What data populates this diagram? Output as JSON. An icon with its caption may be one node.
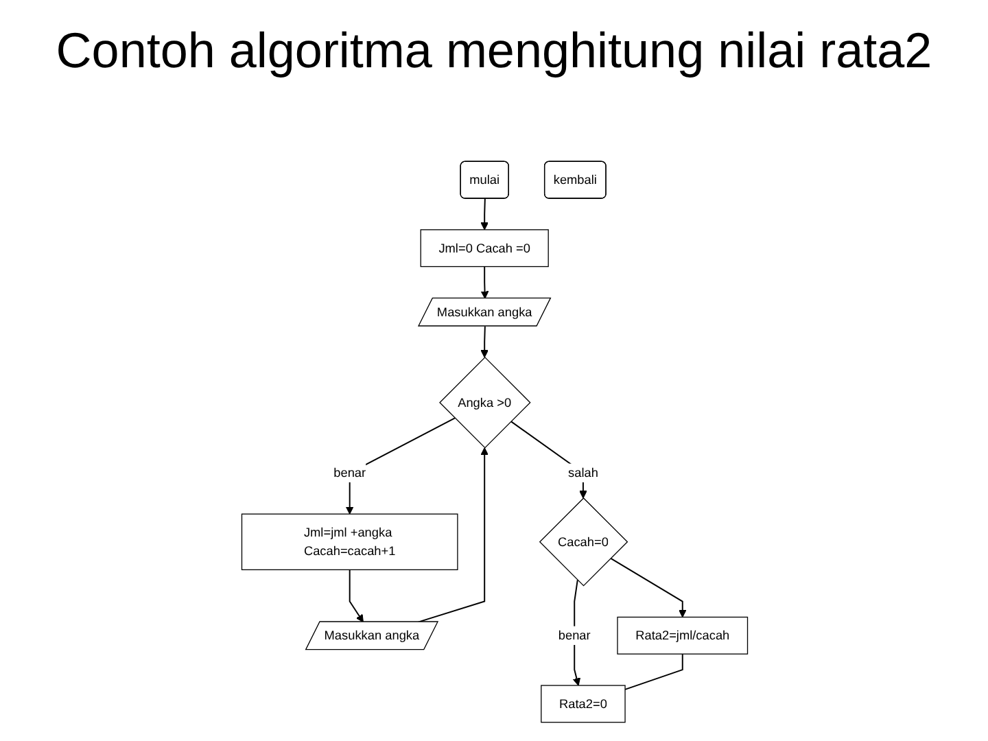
{
  "diagram": {
    "title": "Contoh algoritma menghitung nilai rata2",
    "nodes": [
      {
        "text": [
          "mulai"
        ]
      },
      {
        "text": [
          "Jml=0 Cacah =0"
        ]
      },
      {
        "text": [
          "Masukkan angka"
        ]
      },
      {
        "text": [
          "Masukkan angka"
        ]
      },
      {
        "text": [
          "Angka >0"
        ]
      },
      {
        "text": [
          "Jml=jml +angka Cacah=cacah+1"
        ]
      },
      {
        "text": [
          "Cacah=0"
        ]
      },
      {
        "text": [
          "Rata2=jml/cacah"
        ]
      },
      {
        "text": [
          "Rata2=0"
        ]
      },
      {
        "text": [
          "kembali"
        ]
      }
    ],
    "edges": [
      {
        "from": 0,
        "to": 1,
        "arrow": "to"
      },
      {
        "from": 1,
        "to": 2,
        "arrow": "to"
      },
      {
        "from": 2,
        "to": 4,
        "arrow": "to"
      },
      {
        "from": 3,
        "to": 4,
        "arrow": "to"
      },
      {
        "from": 4,
        "to": 5,
        "arrow": "to",
        "label": "benar"
      },
      {
        "from": 5,
        "to": 3,
        "arrow": "to"
      },
      {
        "from": 4,
        "to": 6,
        "arrow": "to",
        "label": "salah"
      },
      {
        "from": 6,
        "to": 7,
        "arrow": "to"
      },
      {
        "from": 6,
        "to": 8,
        "arrow": "to",
        "label": "benar"
      },
      {
        "from": 7,
        "to": 8,
        "arrow": "none"
      }
    ]
  }
}
